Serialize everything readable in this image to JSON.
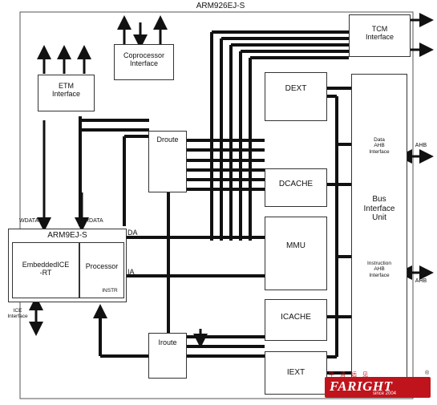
{
  "title": "ARM926EJ-S",
  "blocks": {
    "etm": "ETM\nInterface",
    "coproc": "Coprocessor\nInterface",
    "tcm": "TCM\nInterface",
    "droute": "Droute",
    "iroute": "Iroute",
    "dext": "DEXT",
    "dcache": "DCACHE",
    "mmu": "MMU",
    "icache": "ICACHE",
    "iext": "IEXT",
    "biu": "Bus\nInterface\nUnit",
    "arm9": "ARM9EJ-S",
    "embedded_ice": "EmbeddedICE\n-RT",
    "processor": "Processor",
    "instr": "INSTR"
  },
  "labels": {
    "wdata": "WDATA",
    "rdata": "RDATA",
    "da": "DA",
    "ia": "IA",
    "ice_interface": "ICE\nInterface",
    "data_ahb": "Data\nAHB\nInterface",
    "instr_ahb": "Instruction\nAHB\nInterface",
    "ahb_top": "AHB",
    "ahb_bottom": "AHB"
  },
  "logo": {
    "text": "FARIGHT",
    "chinese": "华清远见",
    "sub": "since 2004",
    "reg": "®"
  },
  "colors": {
    "line": "#111111",
    "box_border": "#333333",
    "logo_red": "#c0141d"
  }
}
